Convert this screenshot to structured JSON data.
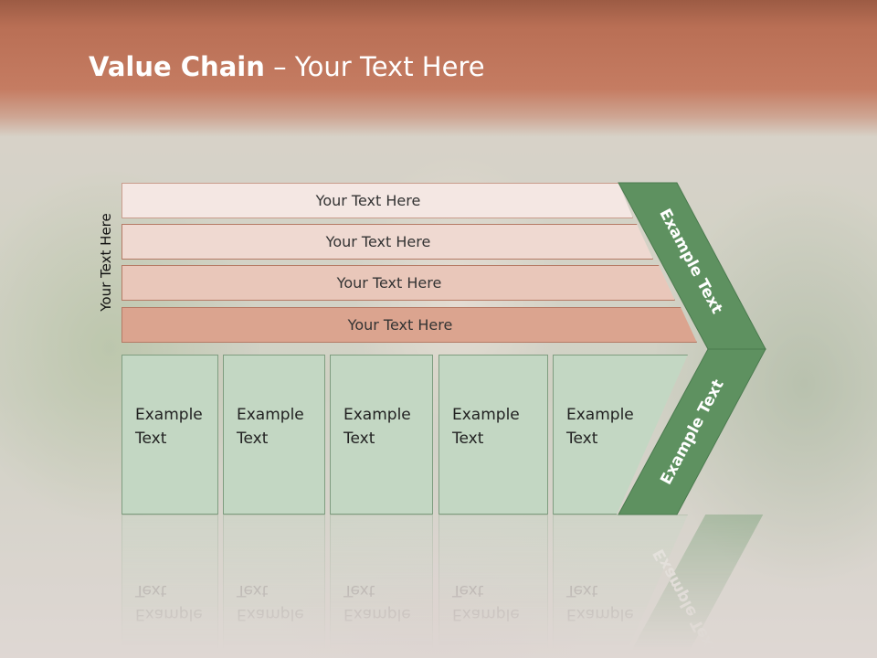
{
  "slide": {
    "title_bold": "Value Chain",
    "title_rest": " – Your Text Here",
    "side_label": "Your Text Here",
    "bars": [
      {
        "label": "Your Text Here"
      },
      {
        "label": "Your Text Here"
      },
      {
        "label": "Your Text Here"
      },
      {
        "label": "Your Text Here"
      }
    ],
    "boxes": [
      {
        "line1": "Example",
        "line2": "Text"
      },
      {
        "line1": "Example",
        "line2": "Text"
      },
      {
        "line1": "Example",
        "line2": "Text"
      },
      {
        "line1": "Example",
        "line2": "Text"
      },
      {
        "line1": "Example",
        "line2": "Text"
      }
    ],
    "chevron_upper_label": "Example Text",
    "chevron_lower_label": "Example Text"
  },
  "colors": {
    "header": "#c57c62",
    "chevron_fill": "#5e9160",
    "box_fill": "#c3d7c3",
    "bar_fills": [
      "#f4e7e3",
      "#efd9d1",
      "#e9c7ba",
      "#dba48f"
    ]
  }
}
